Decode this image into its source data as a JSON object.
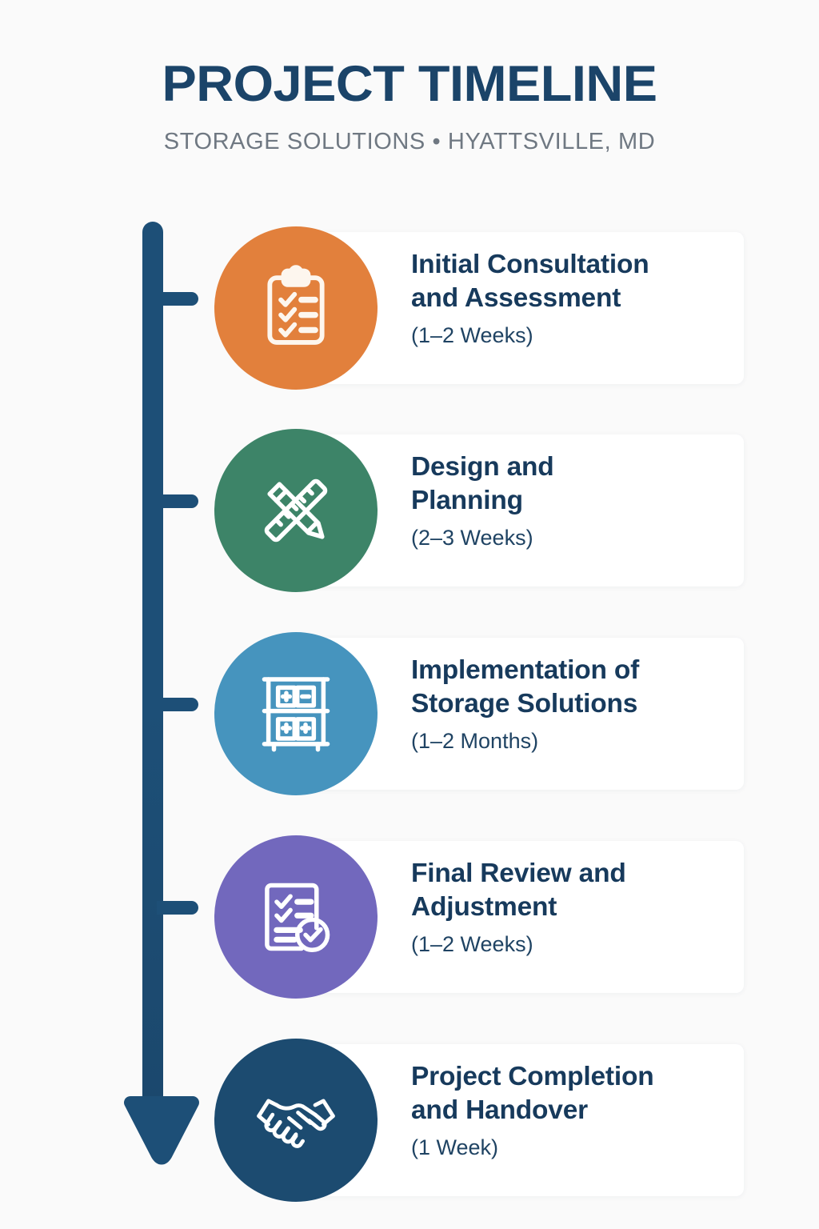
{
  "header": {
    "title": "PROJECT TIMELINE",
    "subtitle": "STORAGE SOLUTIONS • HYATTSVILLE, MD"
  },
  "colors": {
    "background": "#fafafa",
    "spine": "#1d4f77",
    "title": "#1b4469",
    "subtitle": "#6f7882",
    "step_title": "#173a5c",
    "card": "#ffffff"
  },
  "timeline": {
    "steps": [
      {
        "index": "1",
        "title": "Initial Consultation\nand Assessment",
        "duration": "(1–2 Weeks)",
        "icon": "clipboard-checklist-icon",
        "color": "#e2803c"
      },
      {
        "index": "2",
        "title": "Design and\nPlanning",
        "duration": "(2–3 Weeks)",
        "icon": "ruler-pencil-icon",
        "color": "#3d8468"
      },
      {
        "index": "3",
        "title": "Implementation of\nStorage Solutions",
        "duration": "(1–2 Months)",
        "icon": "shelving-unit-icon",
        "color": "#4694be"
      },
      {
        "index": "4",
        "title": "Final Review and\nAdjustment",
        "duration": "(1–2 Weeks)",
        "icon": "document-check-icon",
        "color": "#7268bd"
      },
      {
        "index": "5",
        "title": "Project Completion\nand Handover",
        "duration": "(1 Week)",
        "icon": "handshake-icon",
        "color": "#1c4b70"
      }
    ],
    "arrow": "down-arrow-icon"
  }
}
